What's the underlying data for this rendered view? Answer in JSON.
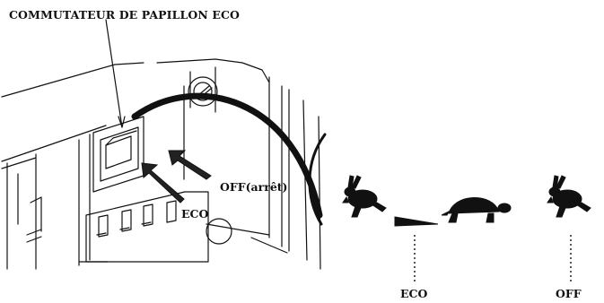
{
  "labels": {
    "title": "COMMUTATEUR DE PAPILLON ECO",
    "off_arret": "OFF(arrêt)",
    "eco_switch": "ECO",
    "eco_bottom": "ECO",
    "off_bottom": "OFF"
  },
  "icons": {
    "rabbit_left": "rabbit-icon",
    "turtle": "turtle-icon",
    "rabbit_right": "rabbit-icon",
    "arrows": "arrow-icon"
  },
  "colors": {
    "ink": "#111111",
    "background": "#ffffff"
  }
}
